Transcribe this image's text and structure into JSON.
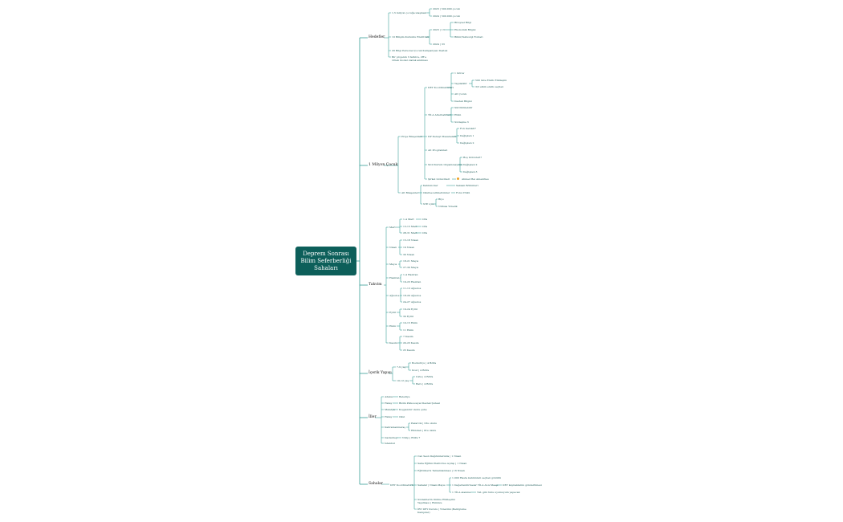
{
  "root": "Deprem Sonrası Bilim Seferberliği Sahaları",
  "branches": {
    "hedefler": "Hedefler",
    "milyon": "1 Milyon Çocuk",
    "takvim": "Takvim",
    "yapi": "İçerik Yapısı",
    "iller": "İller",
    "sahalar": "Sahalar"
  },
  "hedefler": {
    "a": "1,5 milyon çocuğa ulaşmak",
    "a1": "2023 | 500.000 çocuk",
    "a2": "2024 | 500.000 çocuk",
    "b": "10 Bilişim Kurumlu Enstitüsü",
    "b1": "2023 | 13",
    "b1a": "Bireysel Bilgi",
    "b1b": "Ekonomik Bilgisi",
    "b1c": "Bilim/Teknoloji Fonları",
    "b2": "2024 | 33",
    "c": "20 Bilgi Personel Çocuk Kampanyası Destek",
    "d": "Bir projenin 3 farklı'a, 2H'e örnek model olarak anılması"
  },
  "milyon": {
    "a": "Proje Bileşenleri",
    "a1": "DEY Koordinatörleri",
    "a1a": "1 Görev",
    "a1b": "Yapılabilir",
    "a1b1": "500 üste Eratlı Etkileşim",
    "a1b2": "3/3 etkin eratlı seçilen",
    "a1c": "Alt Çocuk",
    "a1d": "Destek Bilgisi",
    "a2": "TİLA Alternatifleri",
    "a2a": "Sürdürülebilir",
    "a2b": "Etkin",
    "a2c": "Sözleşme 3",
    "a3": "DP Deneyi Mesaneleri",
    "a3a": "Fon Gerekli?",
    "a3b": "Değişken 1",
    "a3c": "Değişken 2",
    "a4": "Alt Programları",
    "a5": "Sivil Kurum Organizasyonu",
    "a5a": "Boş Görevleri?",
    "a5b": "Değişken 2",
    "a5c": "Değişken 3",
    "a6": "Şirket Görevlileri",
    "a6a": "Ahmed Bei Amenities",
    "b": "Alt Bileşenler",
    "b1": "Katılımcılar",
    "b1a": "Saksan Bölümleri",
    "b2": "Okulbeceriklerizmler",
    "b2a": "Fonu Yönlü",
    "b3": "STP için",
    "b3a": "Biyo",
    "b3b": "Nüfusa Yönelik"
  },
  "takvim": {
    "m1": "Mart",
    "m1a": "1-4 Mart",
    "m1a1": "Ofis",
    "m1b": "13-15 Mart",
    "m1b1": "Ofis",
    "m1c": "28-31 Mart",
    "m1c1": "Ofis",
    "m2": "Nisan",
    "m2a": "15-18 Nisan",
    "m2b": "19 Nisan",
    "m2c": "30 Nisan",
    "m3": "Mayıs",
    "m3a": "18-21 Mayıs",
    "m3b": "27-30 Mayıs",
    "m4": "Haziran",
    "m4a": "1-4 Haziran",
    "m4b": "19-23 Haziran",
    "m5": "Ağustos",
    "m5a": "11-13 Ağustos",
    "m5b": "18-20 Ağustos",
    "m5c": "24-27 Ağustos",
    "m6": "Eylül",
    "m6a": "19-24 Eylül",
    "m6b": "30 Eylül",
    "m7": "Ekim",
    "m7a": "10-15 Ekim",
    "m7b": "11 Ekim",
    "m8": "Kasım",
    "m8a": "7 Kasım",
    "m8b": "20-23 Kasım",
    "m8c": "25 Kasım"
  },
  "yapi": {
    "a": "7-9 yaş",
    "a1": "Bozkurtçu | 4 Bölfa",
    "a2": "Dost | 4 Bölfa",
    "b": "10-12 yaş",
    "b1": "Usta | 4 Bölfa",
    "b2": "Bars | 4 Bölfa"
  },
  "iller": {
    "a": "Adana",
    "a1": "Belediye",
    "b": "Hatay",
    "b1": "Bizim Psikososyal Destek Şubesi",
    "c": "Malatya",
    "c1": "Koşpazıdır okulu şube",
    "d": "Hatay",
    "d1": "Okul",
    "e": "Kahramanmaraş",
    "e1": "Pazarcık | Otu okulu",
    "e2": "Elbistan | Otu okulu",
    "f": "Gaziantep",
    "f1": "Nizip | Bölfa 7",
    "g": "İstanbul"
  },
  "sahalar": {
    "a": "DEY Koordinatörü",
    "a1": "Can Seslı Dağıtımlarında | 1 Nisan",
    "a2": "Saha Eğitim Platformu Açılışı | 1 Nisan",
    "a3": "Eğitimleriz Tamamlanması | 16 Nisan",
    "a4": "Sahalar | Nisan-Mayıs",
    "a4a": "1.000 Hasta katılımları seçilen gönüllü",
    "a4b": "1 Değerlendirmeler TİLA ALA Maaşı",
    "a4b1": "DEY kaynaklarını gönderilmesi",
    "a4c": "1 TİLA alanına",
    "a4c1": "TAL gibi tuhu uyumuyum yapacak",
    "a5": "Sözlemlerin Online Etkileşimi Yapılması | Ekimize",
    "a6": "İBT DEY Kurulu | Yönetimi (Belirgisine Kampılar)"
  }
}
